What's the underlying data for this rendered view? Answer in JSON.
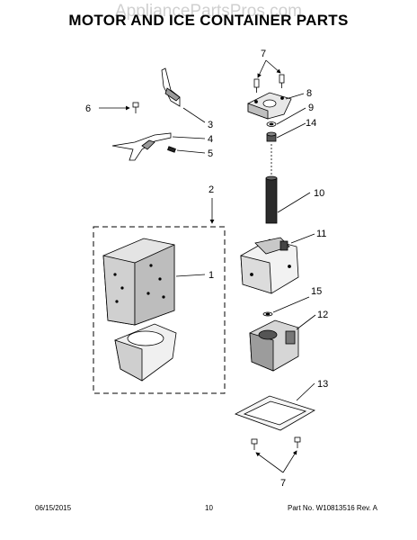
{
  "watermark": "AppliancePartsPros.com",
  "title": "MOTOR AND ICE CONTAINER PARTS",
  "callouts": {
    "c7_top": "7",
    "c8": "8",
    "c9": "9",
    "c14": "14",
    "c6": "6",
    "c3": "3",
    "c4": "4",
    "c5": "5",
    "c10": "10",
    "c2": "2",
    "c1": "1",
    "c11": "11",
    "c15": "15",
    "c12": "12",
    "c13": "13",
    "c7_bottom": "7"
  },
  "footer": {
    "date": "06/15/2015",
    "page": "10",
    "part": "Part No.  W10813516  Rev.  A"
  }
}
